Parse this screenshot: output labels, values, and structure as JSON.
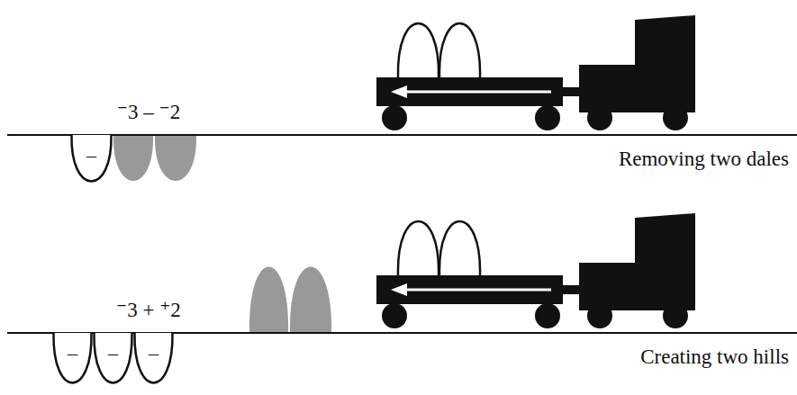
{
  "diagram": {
    "nodes": [
      {
        "text": [
          "–"
        ]
      },
      {
        "text": [
          "–"
        ]
      },
      {
        "text": [
          "–"
        ]
      },
      {
        "text": [
          "–"
        ]
      }
    ],
    "labels": [
      "⁻3 – ⁻2",
      "Removing two dales",
      "⁻3 + ⁺2",
      "Creating two hills"
    ]
  }
}
